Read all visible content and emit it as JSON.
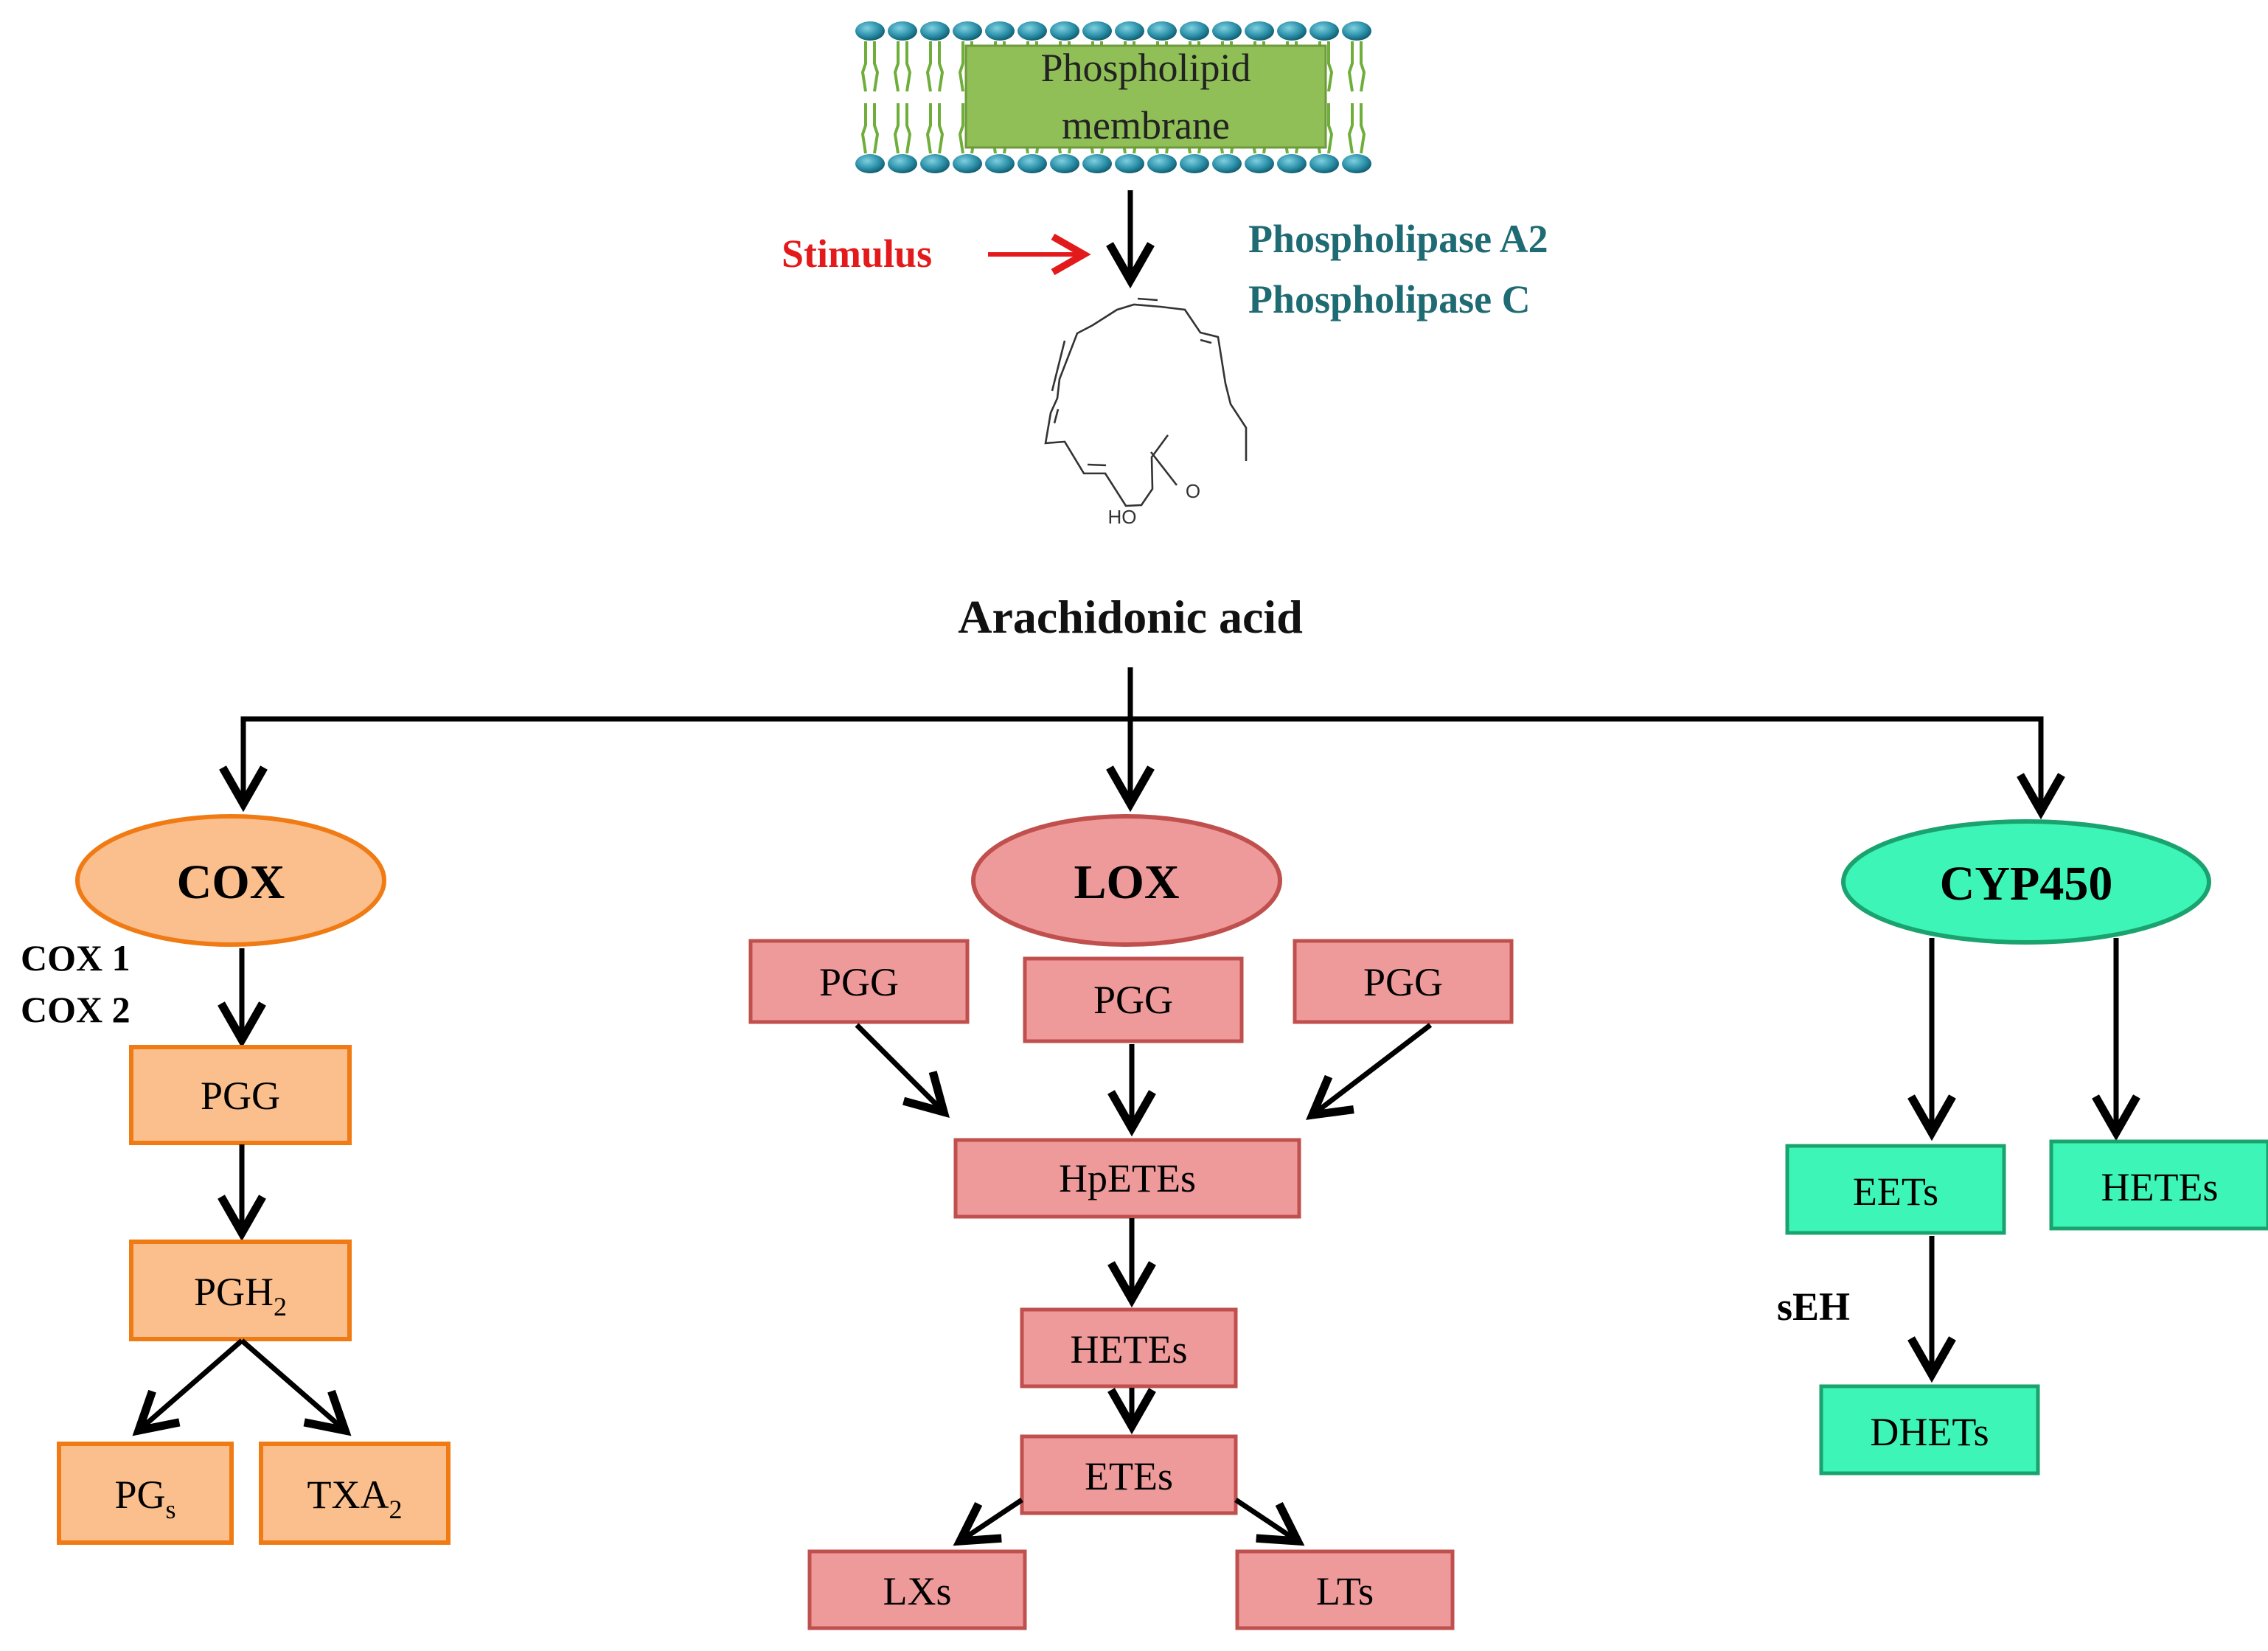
{
  "membrane": {
    "line1": "Phospholipid",
    "line2": "membrane"
  },
  "stimulus": "Stimulus",
  "enzymes": {
    "pla2": "Phospholipase A2",
    "plc": "Phospholipase C"
  },
  "molecule": {
    "oh_label": "HO",
    "o_label": "O",
    "name": "Arachidonic acid"
  },
  "cox": {
    "label": "COX",
    "isoform1": "COX 1",
    "isoform2": "COX 2",
    "pgg": "PGG",
    "pgh2": "PGH",
    "pgh2_sub": "2",
    "pgs": "PG",
    "pgs_sub": "s",
    "txa2": "TXA",
    "txa2_sub": "2"
  },
  "lox": {
    "label": "LOX",
    "pgg_left": "PGG",
    "pgg_center": "PGG",
    "pgg_right": "PGG",
    "hpetes": "HpETEs",
    "hetes": "HETEs",
    "etes": "ETEs",
    "lxs": "LXs",
    "lts": "LTs"
  },
  "cyp": {
    "label": "CYP450",
    "eets": "EETs",
    "hetes": "HETEs",
    "seh": "sEH",
    "dhets": "DHETs"
  },
  "colors": {
    "cox_fill": "#fbbf8d",
    "cox_stroke": "#f07b14",
    "lox_fill": "#ef9a9a",
    "lox_stroke": "#c0504d",
    "cyp_fill": "#3ef5b8",
    "cyp_stroke": "#1aa36f",
    "enzyme_text": "#1f6b73",
    "stimulus": "#e31a1c",
    "membrane_green": "#8fbf56"
  }
}
